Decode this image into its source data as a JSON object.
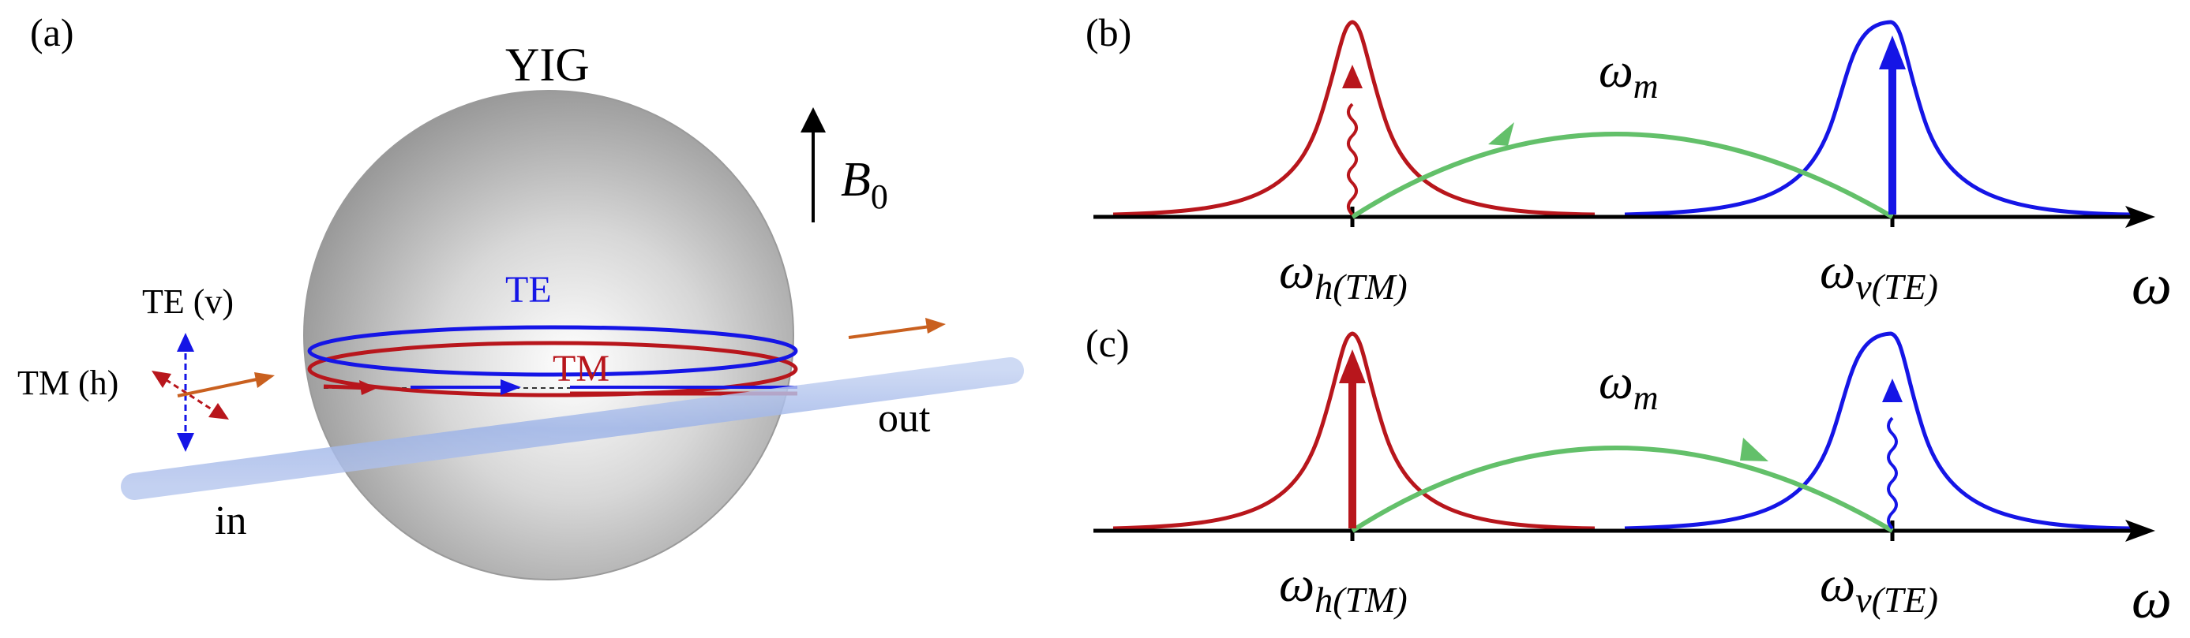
{
  "panel_a": {
    "panel_label": "(a)",
    "sphere_label": "YIG",
    "field_label": "B",
    "field_subscript": "0",
    "te_ring_label": "TE",
    "tm_ring_label": "TM",
    "te_input_label": "TE (v)",
    "tm_input_label": "TM (h)",
    "in_label": "in",
    "out_label": "out"
  },
  "panel_b": {
    "panel_label": "(b)",
    "magnon_label": "ω",
    "magnon_subscript": "m",
    "left_peak_label": "ω",
    "left_peak_subscript": "h(TM)",
    "right_peak_label": "ω",
    "right_peak_subscript": "v(TE)",
    "axis_label": "ω"
  },
  "panel_c": {
    "panel_label": "(c)",
    "magnon_label": "ω",
    "magnon_subscript": "m",
    "left_peak_label": "ω",
    "left_peak_subscript": "h(TM)",
    "right_peak_label": "ω",
    "right_peak_subscript": "v(TE)",
    "axis_label": "ω"
  },
  "colors": {
    "tm": "#b8161c",
    "te": "#1515e6",
    "magnon": "#63c06a",
    "output_arrow": "#c9601f",
    "fiber": "#9fb5e8",
    "sphere": "#a9a9a9"
  }
}
